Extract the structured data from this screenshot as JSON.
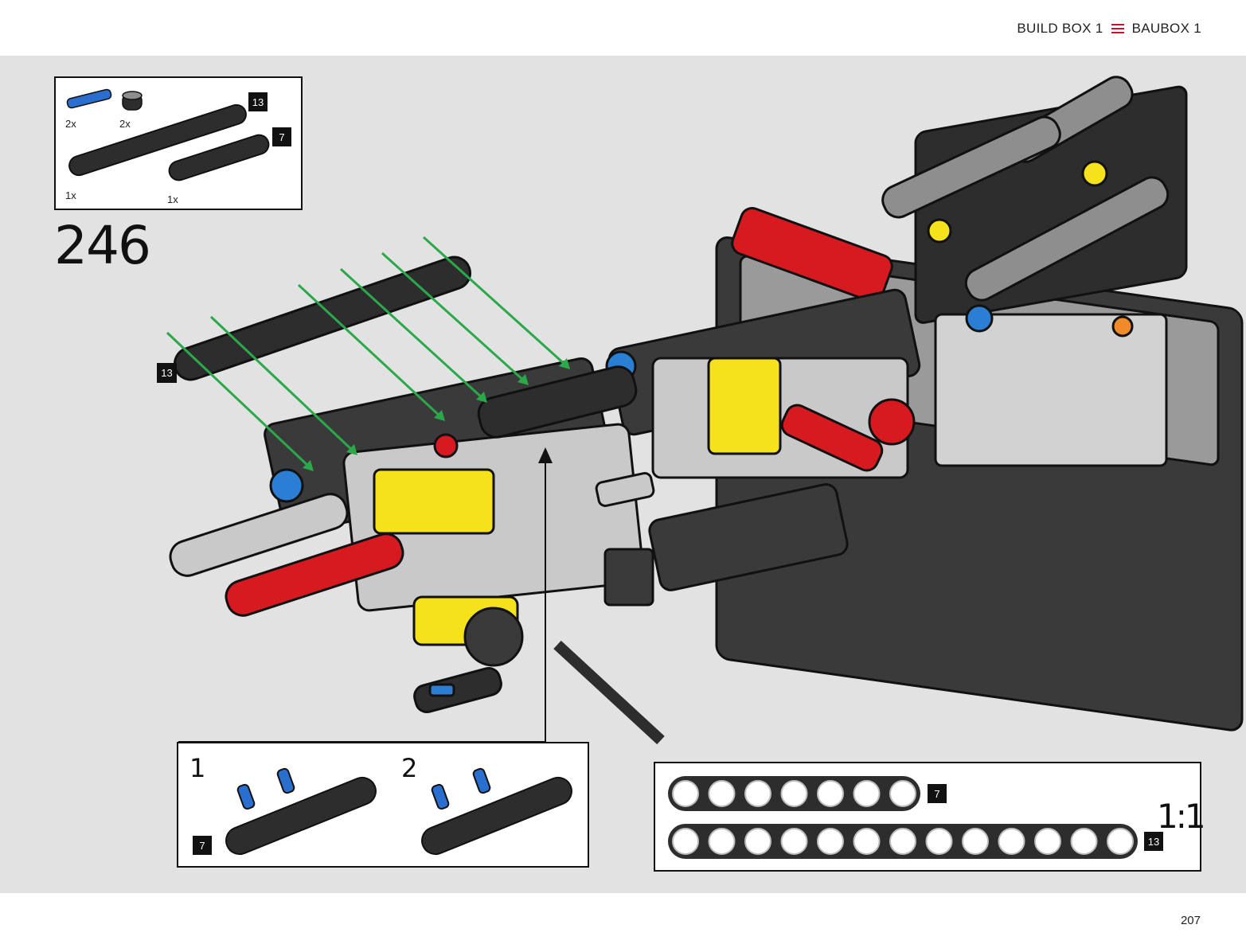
{
  "header": {
    "build_box_en": "BUILD BOX 1",
    "build_box_de": "BAUBOX 1",
    "accent_color": "#c8102e"
  },
  "parts_list": {
    "items": [
      {
        "name": "blue-axle-pin",
        "qty": "2x"
      },
      {
        "name": "black-bush",
        "qty": "2x"
      },
      {
        "name": "beam-13",
        "qty": "1x",
        "size": "13"
      },
      {
        "name": "beam-7",
        "qty": "1x",
        "size": "7"
      }
    ]
  },
  "step": {
    "number": "246",
    "beam_label": "13"
  },
  "sub_assembly": {
    "steps": [
      {
        "number": "1",
        "beam_label": "7"
      },
      {
        "number": "2"
      }
    ]
  },
  "scale_box": {
    "scale": "1:1",
    "beams": [
      {
        "holes": 7,
        "label": "7"
      },
      {
        "holes": 13,
        "label": "13"
      }
    ]
  },
  "footer": {
    "page_number": "207"
  }
}
